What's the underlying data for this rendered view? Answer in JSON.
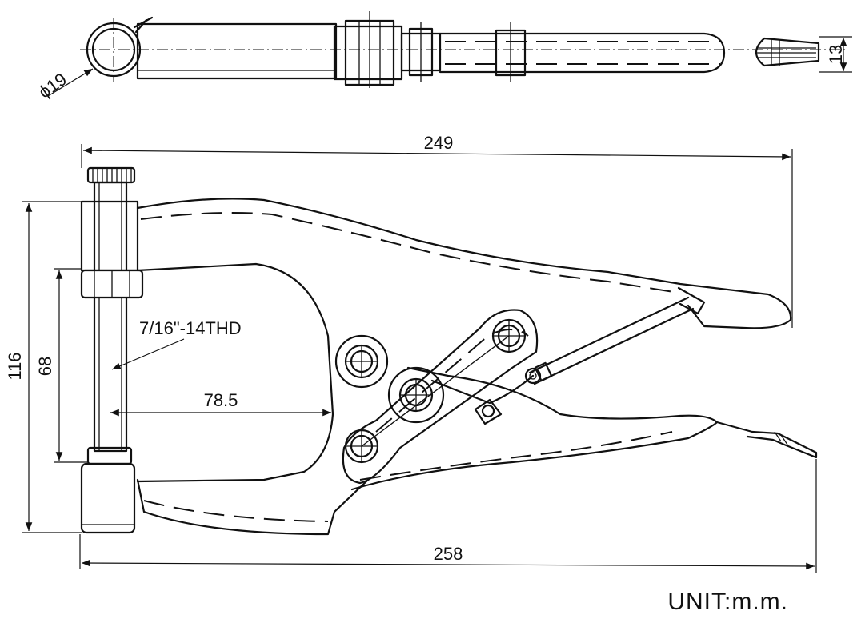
{
  "dimensions": {
    "top_diameter": "ϕ19",
    "top_height": "13",
    "overall_upper": "249",
    "overall_lower": "258",
    "height_total": "116",
    "height_inner": "68",
    "thread": "7/16\"-14THD",
    "throat_depth": "78.5"
  },
  "unit": "UNIT:m.m."
}
